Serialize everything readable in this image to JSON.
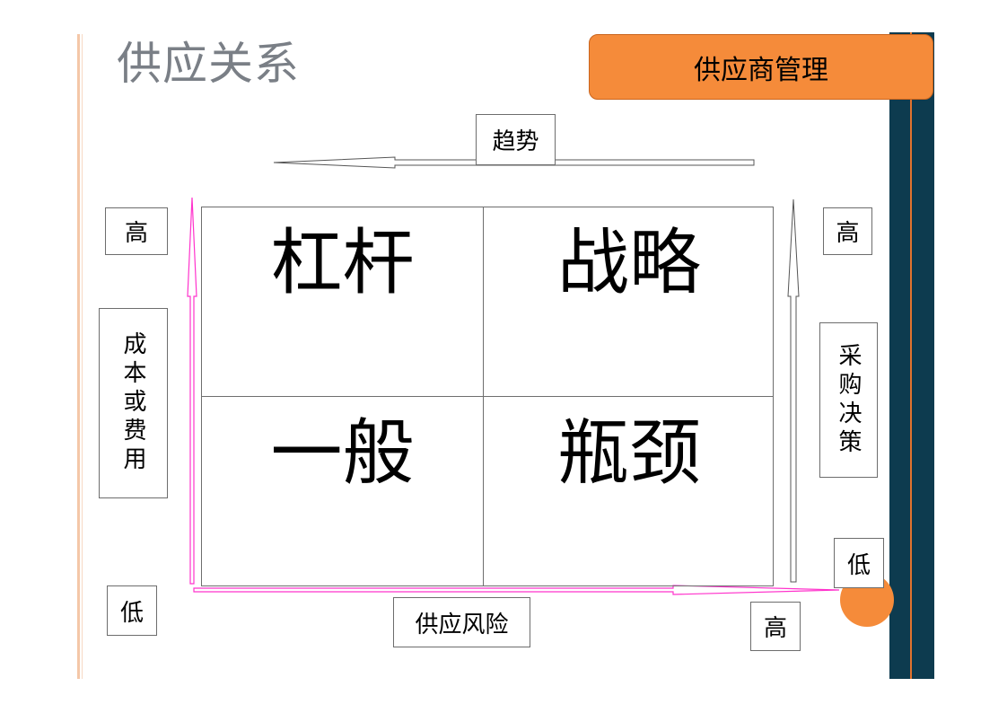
{
  "page": {
    "title": "供应关系",
    "tab_label": "供应商管理"
  },
  "colors": {
    "accent_orange": "#f58b3a",
    "dark_band": "#0d3b4f",
    "axis_magenta": "#ff33cc",
    "title_gray": "#7a7f86"
  },
  "labels": {
    "trend": "趋势",
    "left_high": "高",
    "left_axis": "成本或费用",
    "left_low": "低",
    "right_high": "高",
    "right_axis": "采购决策",
    "right_low": "低",
    "bottom_axis": "供应风险",
    "bottom_high": "高"
  },
  "quadrants": {
    "top_left": "杠杆",
    "top_right": "战略",
    "bottom_left": "一般",
    "bottom_right": "瓶颈"
  }
}
